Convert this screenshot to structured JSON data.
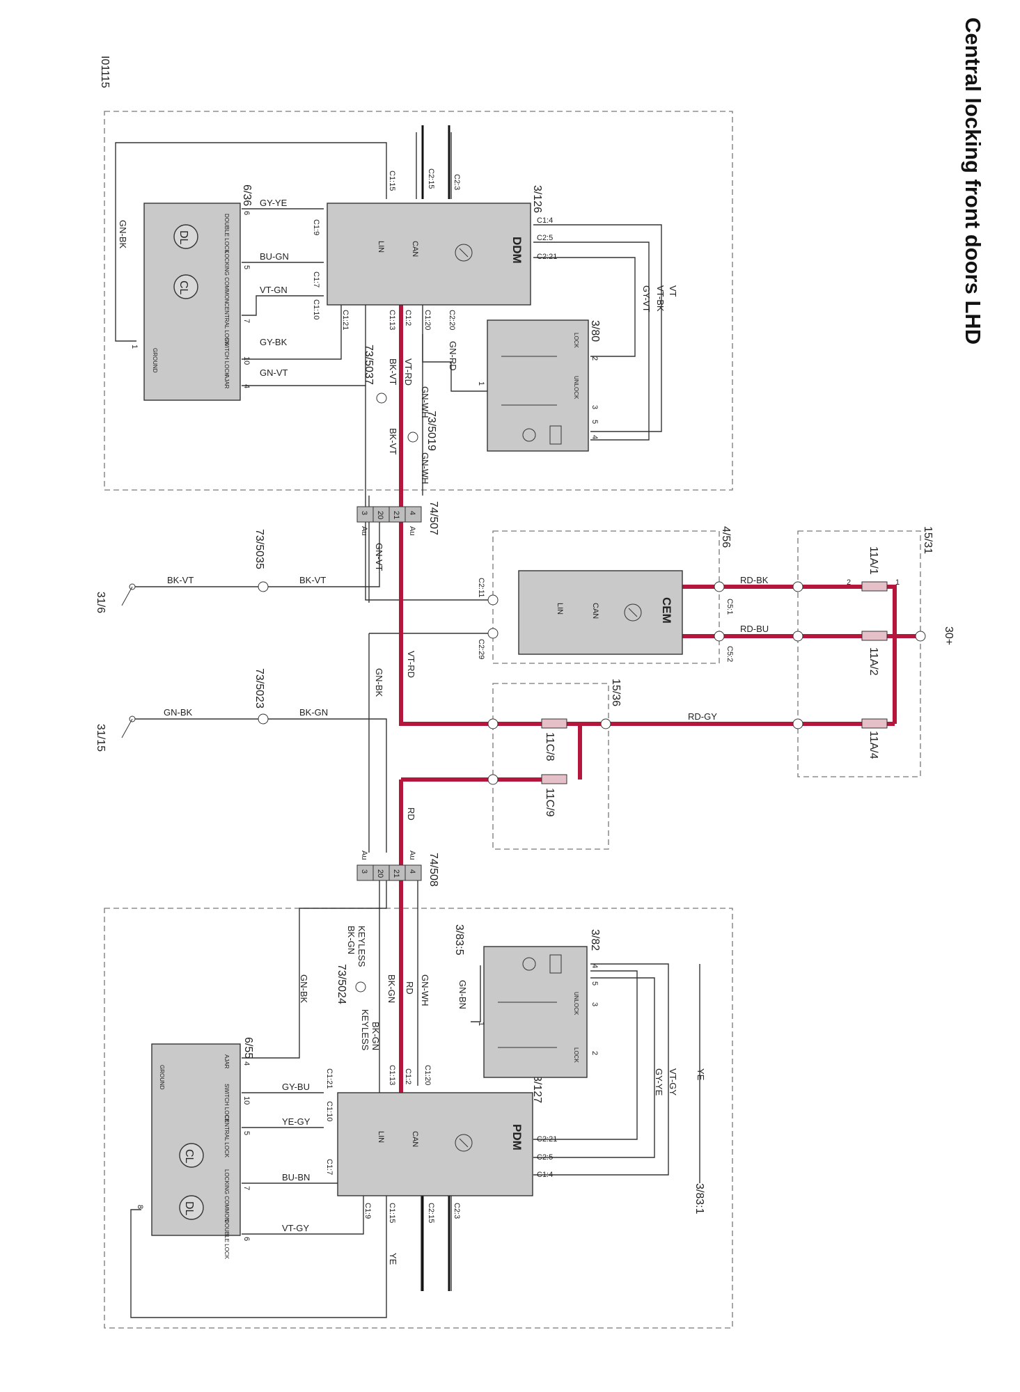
{
  "title": "Central locking front doors LHD",
  "diagram_id": "I01115",
  "colors": {
    "power_wire": "#b5163c",
    "wire": "#333333",
    "module_fill": "#c9c9c9",
    "dashed_box": "#777777"
  },
  "modules": {
    "ddm": {
      "name": "DDM",
      "ref": "3/126",
      "bus_labels": [
        "CAN",
        "LIN"
      ]
    },
    "pdm": {
      "name": "PDM",
      "ref": "3/127",
      "bus_labels": [
        "CAN",
        "LIN"
      ]
    },
    "cem": {
      "name": "CEM",
      "ref": "4/56",
      "bus_labels": [
        "CAN",
        "LIN"
      ]
    }
  },
  "ddm_pins": [
    "C1:15",
    "C2:15",
    "C2:3",
    "C1:4",
    "C2:5",
    "C2:21",
    "C1:9",
    "C1:7",
    "C1:10",
    "C1:21",
    "C1:13",
    "C1:2",
    "C1:20",
    "C2:20"
  ],
  "pdm_pins": [
    "C1:21",
    "C1:13",
    "C1:2",
    "C1:20",
    "C2:21",
    "C2:5",
    "C1:4",
    "C1:10",
    "C1:7",
    "C1:9",
    "C1:15",
    "C2:15",
    "C2:3"
  ],
  "lock_motor_front": {
    "ref": "6/36",
    "motors": [
      "DL",
      "CL"
    ],
    "labels": [
      "DOUBLE LOCK",
      "LOCKING COMMON",
      "CENTRAL LOCK",
      "SWITCH LOCK",
      "GROUND",
      "AJAR"
    ],
    "pins": [
      "6",
      "5",
      "7",
      "10",
      "1",
      "4"
    ],
    "wires": [
      "GY-YE",
      "BU-GN",
      "VT-GN",
      "GY-BK",
      "GN-VT"
    ],
    "ground_wire": "GN-BK"
  },
  "lock_motor_rear": {
    "ref": "6/55",
    "motors": [
      "CL",
      "DL"
    ],
    "labels": [
      "AJAR",
      "GROUND",
      "SWITCH LOCK",
      "CENTRAL LOCK",
      "LOCKING COMMON",
      "DOUBLE LOCK"
    ],
    "pins": [
      "4",
      "10",
      "5",
      "7",
      "6",
      "8"
    ],
    "wires": [
      "GY-BU",
      "YE-GY",
      "BU-BN",
      "VT-GY"
    ],
    "ground_wire": "GN-BK",
    "return_wire": "YE"
  },
  "switch_front": {
    "ref": "3/80",
    "labels": [
      "LOCK",
      "UNLOCK"
    ],
    "pins": [
      "2",
      "3",
      "5",
      "4",
      "1"
    ],
    "wires": [
      "VT",
      "VT-BK",
      "GY-VT",
      "GN-RD"
    ]
  },
  "switch_rear": {
    "ref": "3/82",
    "labels": [
      "UNLOCK",
      "LOCK"
    ],
    "pins": [
      "4",
      "5",
      "3",
      "2",
      "1"
    ],
    "wires": [
      "YE",
      "VT-GY",
      "GY-YE",
      "GN-BN"
    ],
    "refs_out": [
      "3/83:1",
      "3/83:5"
    ]
  },
  "connectors": {
    "front": {
      "ref": "74/507",
      "pins": [
        "4",
        "21",
        "20",
        "3"
      ],
      "marks": [
        "Au",
        "Au"
      ]
    },
    "rear": {
      "ref": "74/508",
      "pins": [
        "4",
        "21",
        "20",
        "3"
      ],
      "marks": [
        "Au",
        "Au"
      ]
    }
  },
  "splices": [
    "73/5037",
    "73/5019",
    "73/5035",
    "73/5023",
    "73/5024"
  ],
  "splice_wires_front": [
    "BK-VT",
    "VT-RD",
    "GN-WH",
    "BK-VT",
    "GN-WH"
  ],
  "splice_wires_rear": [
    "BK-GN",
    "KEYLESS",
    "BK-GN",
    "RD",
    "GN-WH",
    "BK-GN",
    "KEYLESS"
  ],
  "trunk_wires": [
    "GN-VT",
    "VT-RD",
    "GN-BK",
    "RD"
  ],
  "grounds": [
    {
      "ref": "31/6",
      "wires": [
        "BK-VT",
        "BK-VT"
      ]
    },
    {
      "ref": "31/15",
      "wires": [
        "GN-BK",
        "BK-GN"
      ]
    }
  ],
  "cem_pins": [
    "C2:11",
    "C2:29",
    "C5:1",
    "C5:2"
  ],
  "fuse_box_main": {
    "ref": "15/31",
    "fuses": [
      "11A/1",
      "11A/2",
      "11A/4"
    ],
    "supply": "30+"
  },
  "fuse_box_sub": {
    "ref": "15/36",
    "fuses": [
      "11C/8",
      "11C/9"
    ]
  },
  "power_wires": [
    "RD-BK",
    "RD-BU",
    "RD-GY"
  ],
  "fuse_pins": [
    "2",
    "1"
  ]
}
